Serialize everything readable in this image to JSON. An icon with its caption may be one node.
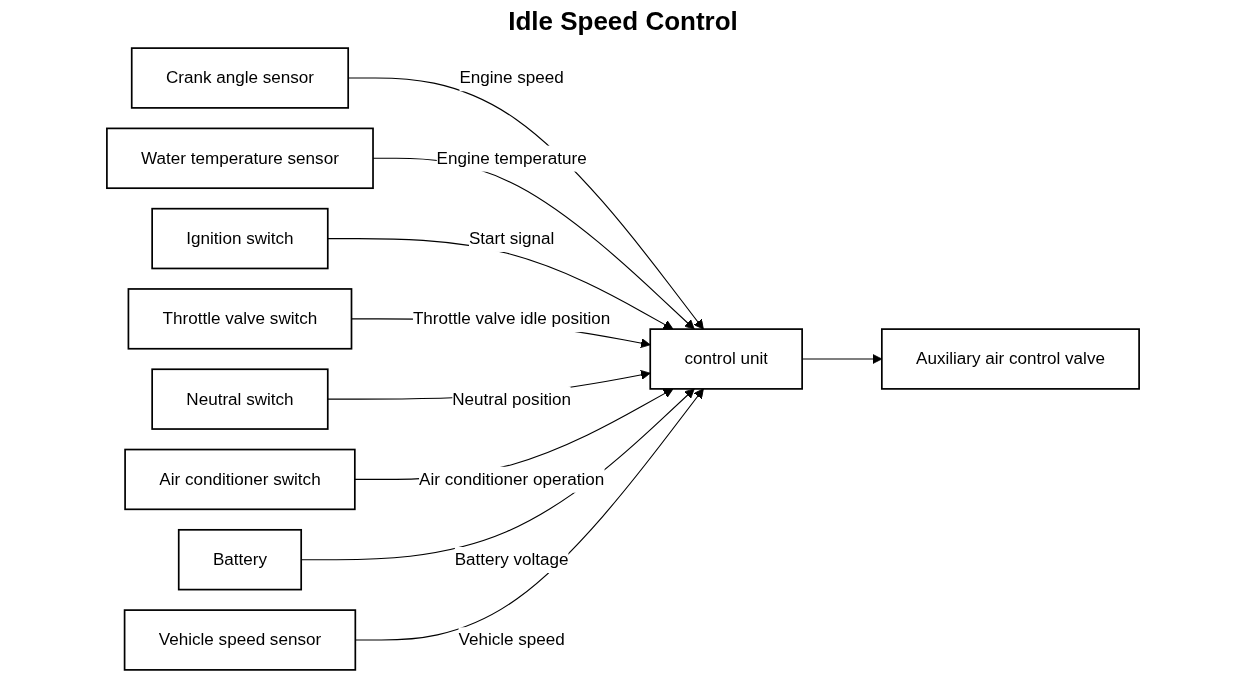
{
  "diagram": {
    "title": "Idle Speed Control",
    "nodes": [
      {
        "text": [
          "Crank angle sensor"
        ]
      },
      {
        "text": [
          "Water temperature sensor"
        ]
      },
      {
        "text": [
          "Ignition switch"
        ]
      },
      {
        "text": [
          "Throttle valve switch"
        ]
      },
      {
        "text": [
          "Neutral switch"
        ]
      },
      {
        "text": [
          "Air conditioner switch"
        ]
      },
      {
        "text": [
          "Battery"
        ]
      },
      {
        "text": [
          "Vehicle speed sensor"
        ]
      },
      {
        "text": [
          "control unit"
        ]
      },
      {
        "text": [
          "Auxiliary air control valve"
        ]
      }
    ],
    "edges": [
      {
        "from": 0,
        "to": 8,
        "arrow": "to",
        "label": "Engine speed"
      },
      {
        "from": 1,
        "to": 8,
        "arrow": "to",
        "label": "Engine temperature"
      },
      {
        "from": 2,
        "to": 8,
        "arrow": "to",
        "label": "Start signal"
      },
      {
        "from": 3,
        "to": 8,
        "arrow": "to",
        "label": "Throttle valve idle position"
      },
      {
        "from": 4,
        "to": 8,
        "arrow": "to",
        "label": "Neutral position"
      },
      {
        "from": 5,
        "to": 8,
        "arrow": "to",
        "label": "Air conditioner operation"
      },
      {
        "from": 6,
        "to": 8,
        "arrow": "to",
        "label": "Battery voltage"
      },
      {
        "from": 7,
        "to": 8,
        "arrow": "to",
        "label": "Vehicle speed"
      },
      {
        "from": 8,
        "to": 9,
        "arrow": "to"
      }
    ]
  }
}
